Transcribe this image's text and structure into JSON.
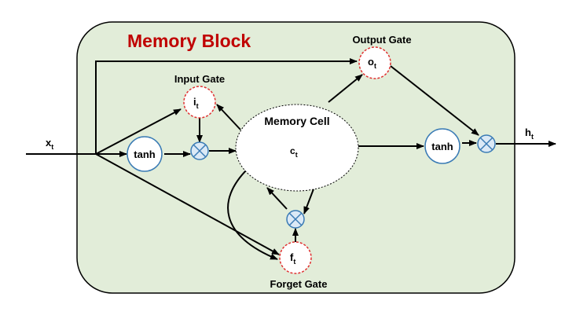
{
  "diagram": {
    "title": "Memory Block",
    "colors": {
      "block_fill": "#e2edd9",
      "block_stroke": "#000000",
      "title": "#c00000",
      "gate_stroke": "#e03030",
      "op_stroke": "#3a7bb5",
      "op_fill": "#dbe9f6"
    },
    "gates": {
      "input": {
        "label": "Input Gate",
        "symbol": "i",
        "sub": "t"
      },
      "output": {
        "label": "Output Gate",
        "symbol": "o",
        "sub": "t"
      },
      "forget": {
        "label": "Forget Gate",
        "symbol": "f",
        "sub": "t"
      }
    },
    "cell": {
      "label": "Memory Cell",
      "symbol": "c",
      "sub": "t"
    },
    "ops": {
      "tanh_in": "tanh",
      "tanh_out": "tanh",
      "multiply_icon": "multiply-icon"
    },
    "io": {
      "input": {
        "symbol": "x",
        "sub": "t"
      },
      "output": {
        "symbol": "h",
        "sub": "t"
      }
    }
  }
}
